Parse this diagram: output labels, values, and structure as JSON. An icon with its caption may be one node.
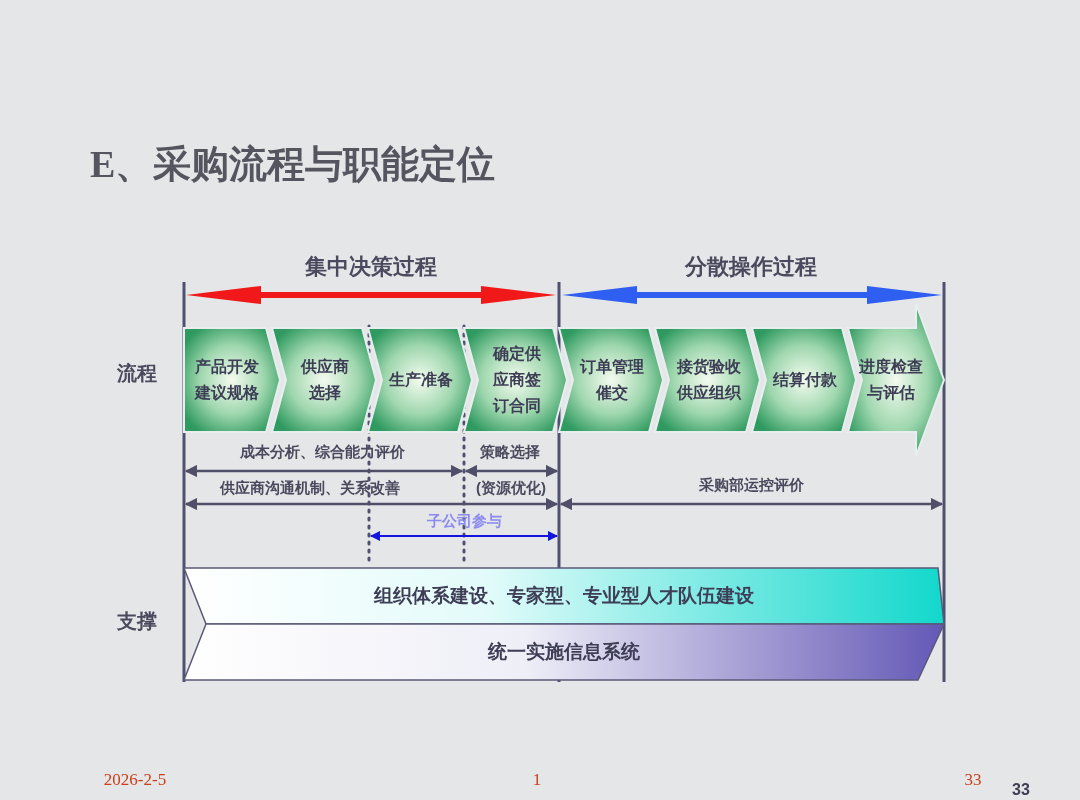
{
  "diagram": {
    "title": "E、采购流程与职能定位",
    "nodes": [
      {
        "text": [
          "产品开发建议规格"
        ]
      },
      {
        "text": [
          "供应商选择"
        ]
      },
      {
        "text": [
          "生产准备"
        ]
      },
      {
        "text": [
          "确定供应商签订合同"
        ]
      },
      {
        "text": [
          "订单管理催交"
        ]
      },
      {
        "text": [
          "接货验收供应组织"
        ]
      },
      {
        "text": [
          "结算付款"
        ]
      },
      {
        "text": [
          "进度检查与评估"
        ]
      },
      {
        "text": [
          "组织体系建设、专家型、专业型人才队伍建设"
        ]
      },
      {
        "text": [
          "统一实施信息系统"
        ]
      }
    ],
    "labels": [
      "集中决策过程",
      "分散操作过程",
      "流程",
      "成本分析、综合能力评价",
      "策略选择",
      "供应商沟通机制、关系改善",
      "(资源优化)",
      "采购部运控评价",
      "子公司参与",
      "支撑",
      "2026-2-5",
      "1",
      "33",
      "33"
    ]
  }
}
